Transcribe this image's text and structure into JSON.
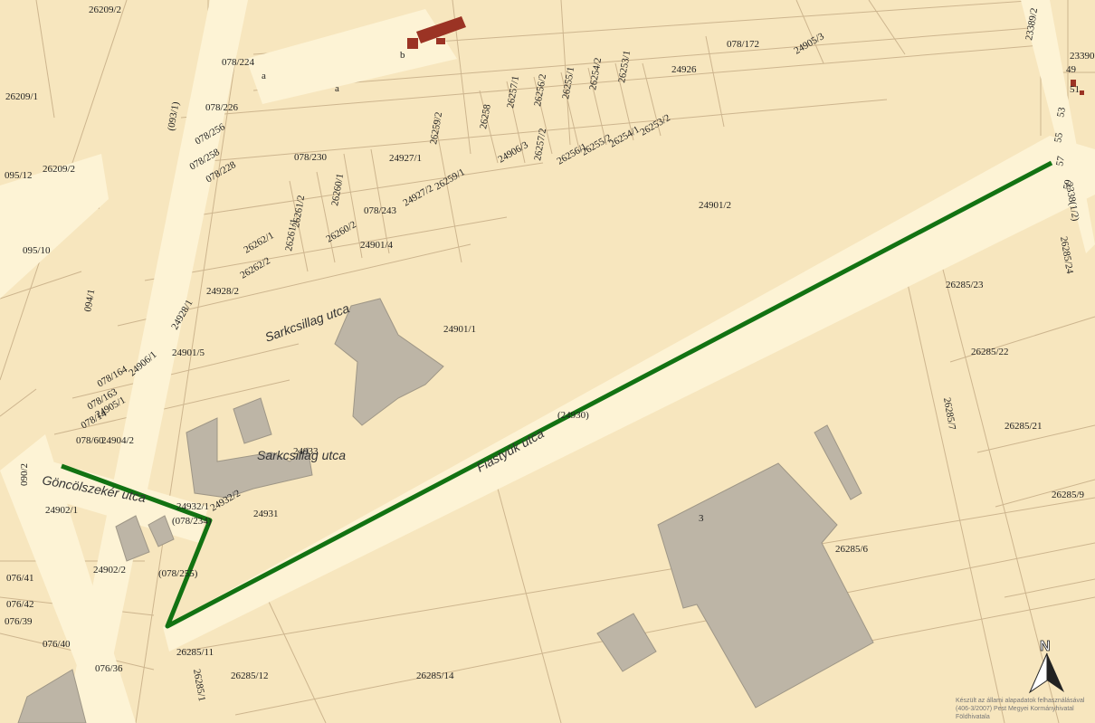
{
  "map": {
    "colors": {
      "land": "#f7e6be",
      "road": "#fdf3d5",
      "parcel_line": "#cdb58e",
      "building": "#bdb5a6",
      "building_edge": "#9e9686",
      "small_building": "#9b3324",
      "route": "#127212"
    },
    "streets": [
      {
        "name": "Sarkcsillag utca",
        "id": "sarkcsillag-north"
      },
      {
        "name": "Sarkcsillag utca",
        "id": "sarkcsillag-south"
      },
      {
        "name": "Göncölszekér utca",
        "id": "goncolszeker"
      },
      {
        "name": "Fiastyúk utca",
        "id": "fiastyuk"
      }
    ],
    "parcels": [
      "26209/2",
      "078/224",
      "26209/1",
      "(093/1)",
      "078/226",
      "078/256",
      "078/258",
      "078/228",
      "095/12",
      "26209/2",
      "078/230",
      "24927/1",
      "26259/2",
      "26258",
      "26257/1",
      "26256/2",
      "26255/1",
      "26254/2",
      "26253/1",
      "24926",
      "078/172",
      "24905/3",
      "26260/1",
      "26261/2",
      "26261/1",
      "26260/2",
      "078/243",
      "24927/2",
      "26259/1",
      "24906/3",
      "26257/2",
      "26256/1",
      "26255/2",
      "26254/1",
      "26253/2",
      "24901/2",
      "095/10",
      "094/1",
      "26262/1",
      "26262/2",
      "24901/4",
      "24928/2",
      "24928/1",
      "24901/1",
      "24901/5",
      "078/164",
      "24906/1",
      "078/163",
      "078/14",
      "24905/1",
      "24904/2",
      "078/60",
      "24933",
      "(24930)",
      "090/2",
      "24932/1",
      "24932/2",
      "24931",
      "24902/1",
      "(078/234)",
      "24902/2",
      "(078/255)",
      "076/41",
      "076/42",
      "076/39",
      "076/40",
      "076/36",
      "26285/11",
      "26285/12",
      "26285/14",
      "26285/1",
      "26285/6",
      "26285/23",
      "26285/22",
      "26285/21",
      "26285/9",
      "26285/7",
      "26285/24",
      "23389/2",
      "23390",
      "2338(1/2)",
      "a",
      "a",
      "b",
      "3",
      "49",
      "51",
      "53",
      "55",
      "57",
      "59"
    ],
    "north_arrow": {
      "label": "N",
      "icon": "north-arrow-icon"
    },
    "credit_lines": [
      "Készült az állami alapadatok felhasználásával",
      "(406-3/2007) Pest Megyei Kormányhivatal Földhivatala"
    ]
  }
}
